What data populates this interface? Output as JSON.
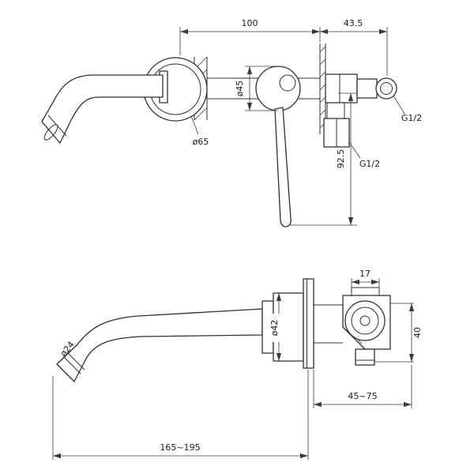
{
  "drawing": {
    "views": {
      "front": {
        "dim_spout_center": "100",
        "dim_body_depth": "43.5",
        "dim_cartridge_dia": "ø45",
        "dim_flange_dia": "ø65",
        "label_inlet_thread": "G1/2",
        "label_outlet_thread": "G1/2",
        "dim_handle_drop": "92.5"
      },
      "side": {
        "dim_top_port": "17",
        "dim_body_dia": "ø42",
        "dim_spout_dia": "ø24",
        "dim_valve_height": "40",
        "dim_wall_depth_range": "45~75",
        "dim_spout_reach_range": "165~195"
      }
    }
  },
  "style": {
    "line_color": "#2f2f2f",
    "dim_color": "#3a3a3a",
    "background": "#ffffff"
  }
}
